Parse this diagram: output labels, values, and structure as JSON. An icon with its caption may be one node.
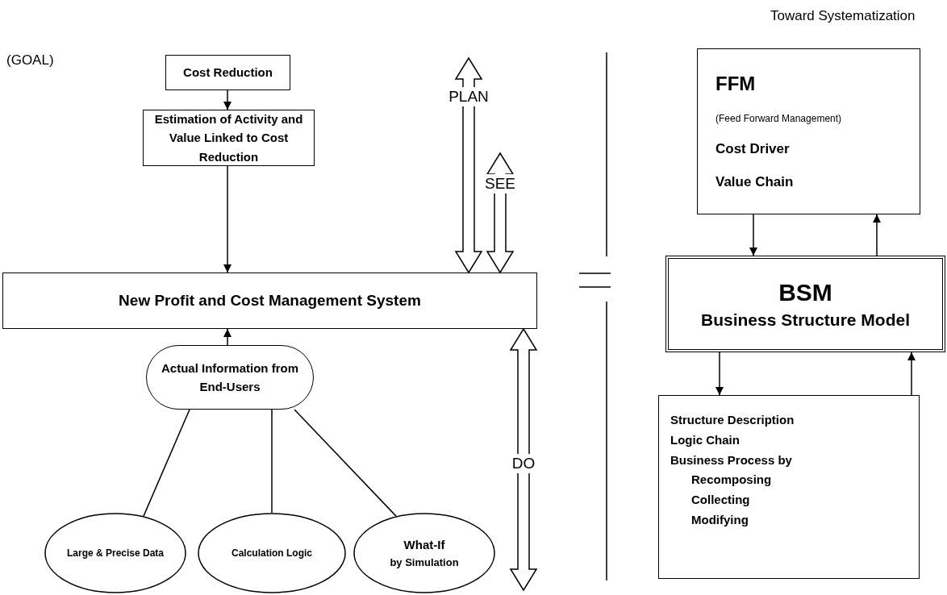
{
  "diagram": {
    "nodes": [
      {
        "text": [
          "Cost Reduction"
        ]
      },
      {
        "text": [
          "Estimation of Activity and Value Linked to Cost Reduction"
        ]
      },
      {
        "text": [
          "New Profit and Cost Management System"
        ]
      },
      {
        "text": [
          "Actual Information from End-Users"
        ]
      },
      {
        "text": [
          "Large & Precise Data"
        ]
      },
      {
        "text": [
          "Calculation Logic"
        ]
      },
      {
        "text": [
          "What-If",
          "by Simulation"
        ]
      },
      {
        "text": [
          "FFM",
          "(Feed Forward Management)",
          "Cost Driver",
          "Value Chain"
        ]
      },
      {
        "text": [
          "BSM",
          "Business Structure Model"
        ]
      },
      {
        "text": [
          "Structure Description",
          "Logic Chain",
          "Business Process by",
          "Recomposing",
          "Collecting",
          "Modifying"
        ]
      }
    ],
    "edges": [
      {
        "from": 0,
        "to": 1,
        "arrow": "to"
      },
      {
        "from": 1,
        "to": 2,
        "arrow": "to"
      },
      {
        "from": 3,
        "to": 2,
        "arrow": "to"
      },
      {
        "from": 3,
        "to": 4,
        "arrow": "none"
      },
      {
        "from": 3,
        "to": 5,
        "arrow": "none"
      },
      {
        "from": 3,
        "to": 6,
        "arrow": "none"
      },
      {
        "from": null,
        "to": 2,
        "arrow": "both",
        "label": "PLAN",
        "style": "thick"
      },
      {
        "from": null,
        "to": 2,
        "arrow": "both",
        "label": "SEE",
        "style": "thick"
      },
      {
        "from": 2,
        "to": null,
        "arrow": "both",
        "label": "DO",
        "style": "thick"
      },
      {
        "from": 7,
        "to": 8,
        "arrow": "to"
      },
      {
        "from": 8,
        "to": 7,
        "arrow": "to"
      },
      {
        "from": 8,
        "to": 9,
        "arrow": "to"
      },
      {
        "from": 9,
        "to": 8,
        "arrow": "to"
      }
    ],
    "labels": [
      "Toward Systematization",
      "(GOAL)"
    ]
  }
}
